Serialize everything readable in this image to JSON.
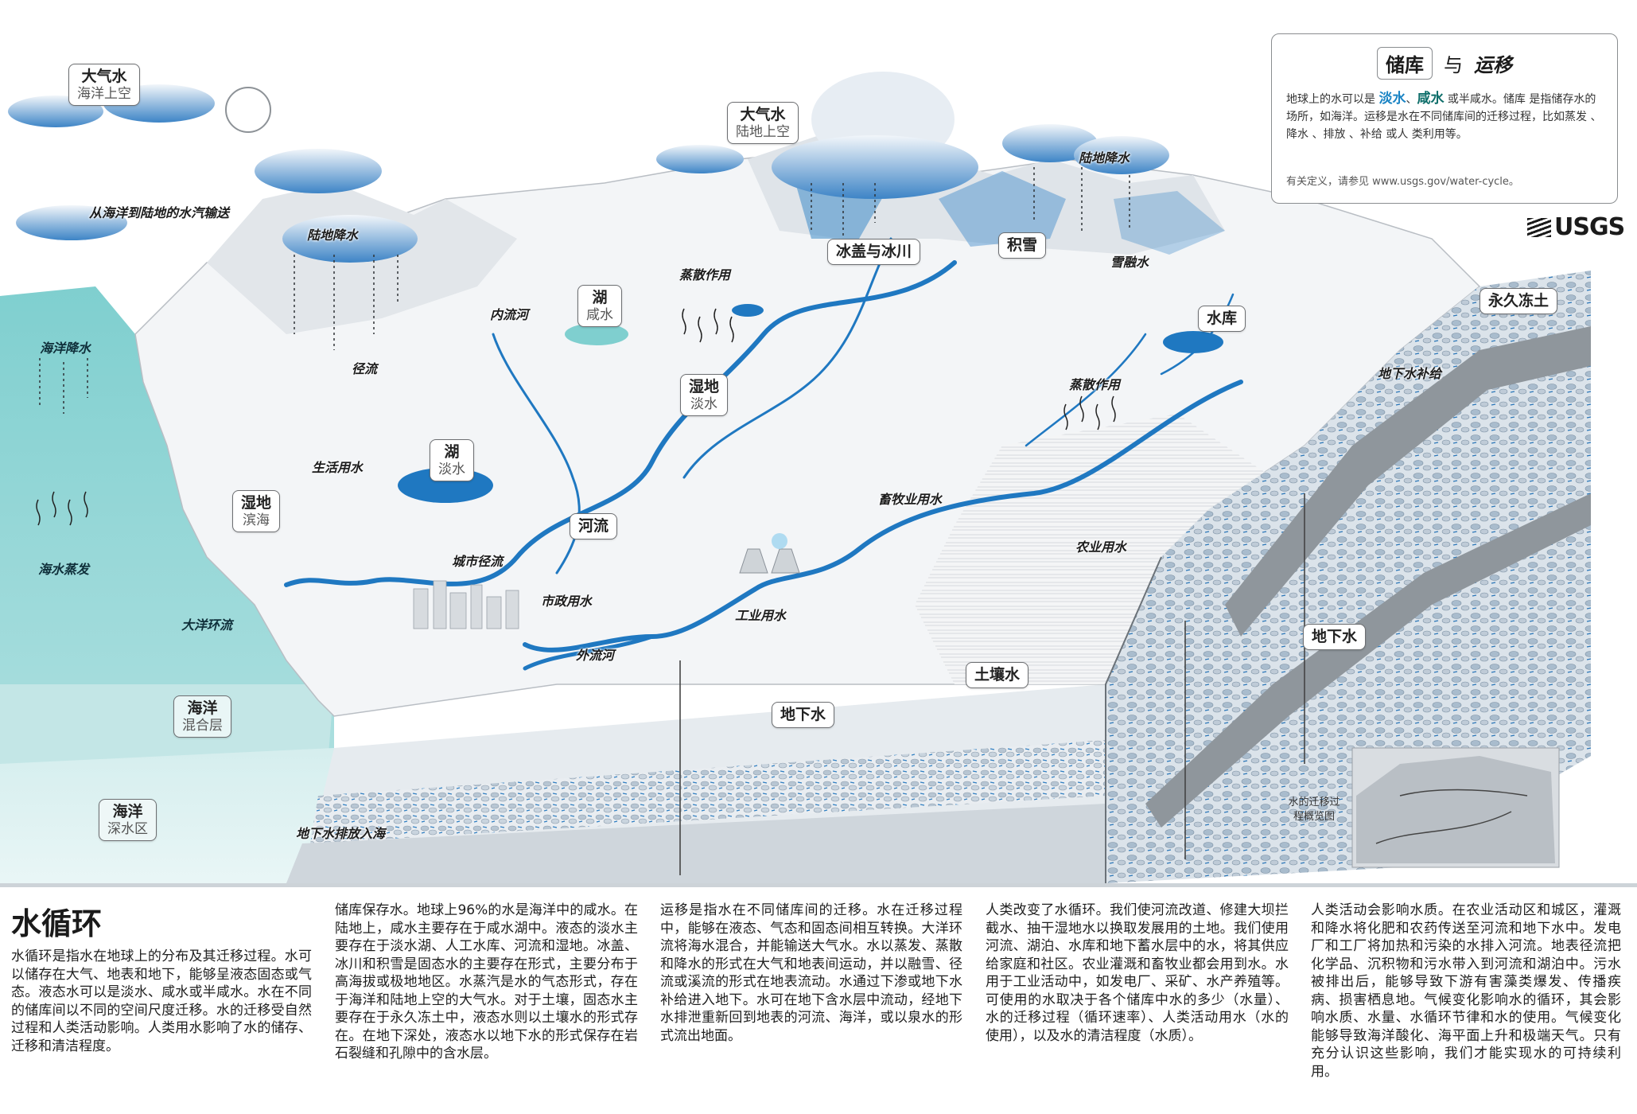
{
  "legend": {
    "title_storage": "储库",
    "title_and": "与",
    "title_flow": "运移",
    "body_part1": "地球上的水可以是",
    "fresh": "淡水",
    "sep": "、",
    "salt": "咸水",
    "body_part2": "或半咸水。储库 是指储存水的场所，如海洋。运移是水在不同储库间的迁移过程，比如蒸发 、降水 、排放 、补给 或人 类利用等。",
    "note": "有关定义，请参见 www.usgs.gov/water-cycle。"
  },
  "logo": "USGS",
  "labels": {
    "atmo_ocean_main": "大气水",
    "atmo_ocean_sub": "海洋上空",
    "atmo_land_main": "大气水",
    "atmo_land_sub": "陆地上空",
    "lake_salt_main": "湖",
    "lake_salt_sub": "咸水",
    "wetland_fresh_main": "湿地",
    "wetland_fresh_sub": "淡水",
    "lake_fresh_main": "湖",
    "lake_fresh_sub": "淡水",
    "wetland_coast_main": "湿地",
    "wetland_coast_sub": "滨海",
    "river": "河流",
    "ice": "冰盖与冰川",
    "snow": "积雪",
    "reservoir": "水库",
    "permafrost": "永久冻土",
    "groundwater_right": "地下水",
    "groundwater_mid": "地下水",
    "soil": "土壤水",
    "ocean_mix_main": "海洋",
    "ocean_mix_sub": "混合层",
    "ocean_deep_main": "海洋",
    "ocean_deep_sub": "深水区"
  },
  "flows": {
    "transport": "从海洋到陆地的水汽输送",
    "precip_land_left": "陆地降水",
    "precip_land_right": "陆地降水",
    "ocean_precip": "海洋降水",
    "runoff": "径流",
    "endorheic": "内流河",
    "evapotrans_left": "蒸散作用",
    "evapotrans_right": "蒸散作用",
    "snowmelt": "雪融水",
    "gw_recharge": "地下水补给",
    "domestic": "生活用水",
    "livestock": "畜牧业用水",
    "agriculture": "农业用水",
    "urban_runoff": "城市径流",
    "municipal": "市政用水",
    "industrial": "工业用水",
    "outflow": "外流河",
    "ocean_evap": "海水蒸发",
    "ocean_circ": "大洋环流",
    "gw_discharge": "地下水排放入海"
  },
  "inset_label": "水的迁移过程概览图",
  "article": {
    "title": "水循环",
    "col0": "水循环是指水在地球上的分布及其迁移过程。水可以储存在大气、地表和地下，能够呈液态固态或气态。液态水可以是淡水、咸水或半咸水。水在不同的储库间以不同的空间尺度迁移。水的迁移受自然过程和人类活动影响。人类用水影响了水的储存、迁移和清洁程度。",
    "col1": "储库保存水。地球上96%的水是海洋中的咸水。在陆地上，咸水主要存在于咸水湖中。液态的淡水主要存在于淡水湖、人工水库、河流和湿地。冰盖、冰川和积雪是固态水的主要存在形式，主要分布于高海拔或极地地区。水蒸汽是水的气态形式，存在于海洋和陆地上空的大气水。对于土壤，固态水主要存在于永久冻土中，液态水则以土壤水的形式存在。在地下深处，液态水以地下水的形式保存在岩石裂缝和孔隙中的含水层。",
    "col2": "运移是指水在不同储库间的迁移。水在迁移过程中，能够在液态、气态和固态间相互转换。大洋环流将海水混合，并能输送大气水。水以蒸发、蒸散和降水的形式在大气和地表间运动，并以融雪、径流或溪流的形式在地表流动。水通过下渗或地下水补给进入地下。水可在地下含水层中流动，经地下水排泄重新回到地表的河流、海洋，或以泉水的形式流出地面。",
    "col3": "人类改变了水循环。我们使河流改道、修建大坝拦截水、抽干湿地水以换取发展用的土地。我们使用河流、湖泊、水库和地下蓄水层中的水，将其供应给家庭和社区。农业灌溉和畜牧业都会用到水。水用于工业活动中，如发电厂、采矿、水产养殖等。可使用的水取决于各个储库中水的多少（水量）、水的迁移过程（循环速率）、人类活动用水（水的使用），以及水的清洁程度（水质）。",
    "col4": "人类活动会影响水质。在农业活动区和城区，灌溉和降水将化肥和农药传送至河流和地下水中。发电厂和工厂将加热和污染的水排入河流。地表径流把化学品、沉积物和污水带入到河流和湖泊中。污水被排出后，能够导致下游有害藻类爆发、传播疾病、损害栖息地。气候变化影响水的循环，其会影响水质、水量、水循环节律和水的使用。气候变化能够导致海洋酸化、海平面上升和极端天气。只有充分认识这些影响，我们才能实现水的可持续利用。"
  }
}
